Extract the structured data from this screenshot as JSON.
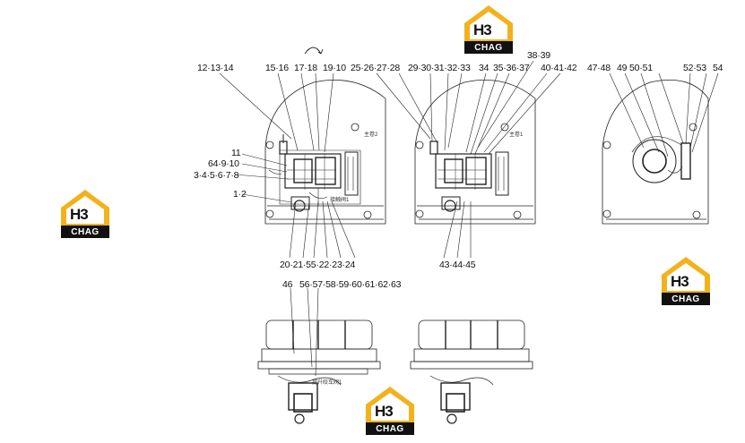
{
  "watermark": {
    "icon": "H3 CHAG logo",
    "mark": "H3",
    "brand": "CHAG"
  },
  "view1": {
    "labels": {
      "a": "12·13·14",
      "b": "15·16",
      "c": "17·18",
      "d": "19·10",
      "e": "11",
      "f": "64·9·10",
      "g": "3·4·5·6·7·8",
      "h": "1·2",
      "i": "20·21·55·22·23·24"
    },
    "notes": {
      "main": "主卷2",
      "sub": "接触阀1"
    }
  },
  "view2": {
    "labels": {
      "a": "25·26·27·28",
      "b": "29·30·31·32·33",
      "c": "34",
      "d": "35·36·37",
      "e": "38·39",
      "f": "40·41·42",
      "g": "43·44·45"
    },
    "notes": {
      "main": "主卷1"
    }
  },
  "view3": {
    "labels": {
      "a": "47·48",
      "b": "49",
      "c": "50·51",
      "d": "52·53",
      "e": "54"
    }
  },
  "bottom": {
    "labels": {
      "a": "46",
      "b": "56·57·58·59·60·61·62·63"
    },
    "notes": {
      "main": "提升绞车阀1"
    }
  }
}
